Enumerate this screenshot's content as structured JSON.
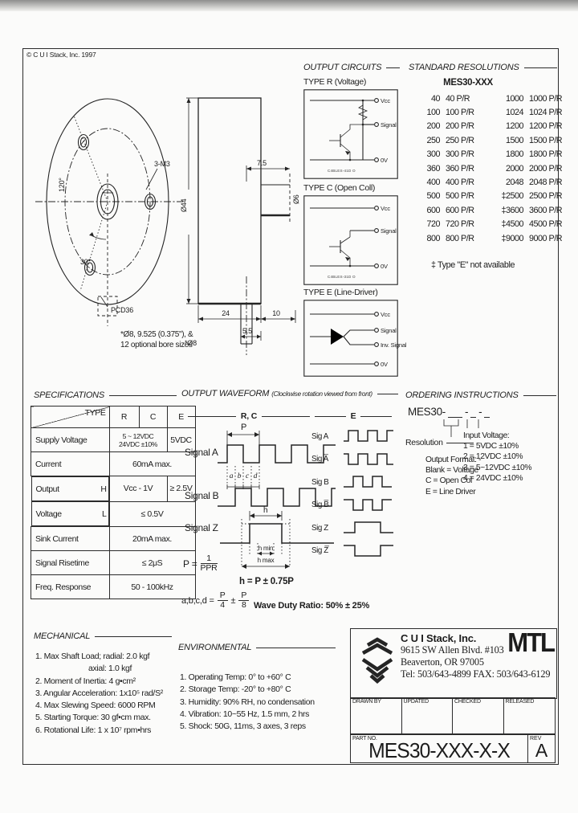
{
  "colors": {
    "ink": "#1c1c1c",
    "paper": "#fbfbfa"
  },
  "page": {
    "copyright": "© C U I Stack, Inc.  1997"
  },
  "front_view": {
    "hole_label": "3-M3",
    "pcd_label": "PCD36",
    "angle_120": "120°",
    "angle_30": "30°",
    "note_line1": "*Ø8, 9.525 (0.375\"), &",
    "note_line2": "12 optional bore sizes"
  },
  "side_view": {
    "dim_75": "7.5",
    "dim_24": "24",
    "dim_10": "10",
    "dim_55": "5.5",
    "dim_d44": "Ø44",
    "dim_d6": "Ø6",
    "dim_d8": "*Ø8"
  },
  "output_circuits": {
    "title": "OUTPUT CIRCUITS",
    "type_r": {
      "title": "TYPE R (Voltage)",
      "terminals": [
        "Vcc",
        "Signal",
        "0V"
      ],
      "fine_print": "C4BLES-41D O"
    },
    "type_c": {
      "title": "TYPE C (Open Coll)",
      "terminals": [
        "Vcc",
        "Signal",
        "0V"
      ],
      "fine_print": "C4BLES-31D O"
    },
    "type_e": {
      "title": "TYPE E (Line-Driver)",
      "terminals": [
        "Vcc",
        "Signal",
        "Inv. Signal",
        "0V"
      ]
    }
  },
  "standard_resolutions": {
    "title": "STANDARD RESOLUTIONS",
    "subtitle": "MES30-XXX",
    "rows": [
      [
        "40",
        "40 P/R",
        "1000",
        "1000 P/R"
      ],
      [
        "100",
        "100 P/R",
        "1024",
        "1024 P/R"
      ],
      [
        "200",
        "200 P/R",
        "1200",
        "1200 P/R"
      ],
      [
        "250",
        "250 P/R",
        "1500",
        "1500 P/R"
      ],
      [
        "300",
        "300 P/R",
        "1800",
        "1800 P/R"
      ],
      [
        "360",
        "360 P/R",
        "2000",
        "2000 P/R"
      ],
      [
        "400",
        "400 P/R",
        "2048",
        "2048 P/R"
      ],
      [
        "500",
        "500 P/R",
        "‡2500",
        "2500 P/R"
      ],
      [
        "600",
        "600 P/R",
        "‡3600",
        "3600 P/R"
      ],
      [
        "720",
        "720 P/R",
        "‡4500",
        "4500 P/R"
      ],
      [
        "800",
        "800 P/R",
        "‡9000",
        "9000 P/R"
      ]
    ],
    "footnote": "‡ Type \"E\" not available"
  },
  "specifications": {
    "title": "SPECIFICATIONS",
    "corner": "TYPE",
    "cols": [
      "R",
      "C",
      "E"
    ],
    "supply_label": "Supply Voltage",
    "supply_rc1": "5 ~ 12VDC",
    "supply_rc2": "24VDC ±10%",
    "supply_e": "5VDC",
    "current_label": "Current",
    "current_value": "60mA max.",
    "output_label": "Output",
    "output_sub": "H",
    "output_rc": "Vcc - 1V",
    "output_e": "≥ 2.5V",
    "voltage_label": "Voltage",
    "voltage_sub": "L",
    "voltage_value": "≤ 0.5V",
    "sink_label": "Sink Current",
    "sink_value": "20mA max.",
    "rise_label": "Signal Risetime",
    "rise_value": "≤ 2μS",
    "freq_label": "Freq. Response",
    "freq_value": "50 - 100kHz"
  },
  "output_waveform": {
    "title": "OUTPUT WAVEFORM",
    "subtitle": "(Clockwise rotation viewed from front)",
    "group_rc": "R, C",
    "group_e": "E",
    "signal_a": "Signal A",
    "signal_b": "Signal B",
    "signal_z": "Signal Z",
    "abcd": [
      "a",
      "b",
      "c",
      "d"
    ],
    "p_dim": "P",
    "h_dim": "h",
    "h_min": "h min",
    "h_max": "h max",
    "e_signals": [
      "Sig A",
      "Sig A̅",
      "Sig B",
      "Sig B̅",
      "Sig Z",
      "Sig Z̅"
    ],
    "formulas": {
      "p_lhs": "P =",
      "p_num": "1",
      "p_den": "PPR",
      "abcd_lhs": "a,b,c,d =",
      "f1_num": "P",
      "f1_den": "4",
      "pm": "±",
      "f2_num": "P",
      "f2_den": "8",
      "h_formula": "h = P ± 0.75P",
      "duty": "Wave Duty Ratio:  50% ± 25%"
    }
  },
  "ordering": {
    "title": "ORDERING INSTRUCTIONS",
    "part_prefix": "MES30-",
    "dash": "-",
    "resolution_label": "Resolution",
    "output_format_label": "Output Format: -",
    "output_format_options": [
      "Blank = Voltage",
      "C = Open Col",
      "E = Line Driver"
    ],
    "input_voltage_label": "Input Voltage:",
    "input_voltage_options": [
      "1 = 5VDC ±10%",
      "2 = 12VDC ±10%",
      "3 = 5~12VDC ±10%",
      "4 = 24VDC ±10%"
    ]
  },
  "mechanical": {
    "title": "MECHANICAL",
    "items": [
      {
        "text": "1.  Max Shaft Load; radial:  2.0 kgf",
        "indent": false
      },
      {
        "text": "axial:  1.0 kgf",
        "indent": true
      },
      {
        "text": "2.  Moment of Inertia:  4 g•cm²",
        "indent": false
      },
      {
        "text": "3.  Angular Acceleration:  1x10⁵ rad/S²",
        "indent": false
      },
      {
        "text": "4.  Max Slewing Speed:  6000 RPM",
        "indent": false
      },
      {
        "text": "5.  Starting Torque:  30 gf•cm max.",
        "indent": false
      },
      {
        "text": "6.  Rotational Life:  1 x 10⁷ rpm•hrs",
        "indent": false
      }
    ]
  },
  "environmental": {
    "title": "ENVIRONMENTAL",
    "items": [
      {
        "text": "1.  Operating Temp:  0° to +60° C",
        "indent": false
      },
      {
        "text": "2.  Storage Temp:  -20° to +80° C",
        "indent": false
      },
      {
        "text": "3.  Humidity:  90% RH, no condensation",
        "indent": false
      },
      {
        "text": "4.  Vibration:  10~55 Hz, 1.5 mm, 2 hrs",
        "indent": false
      },
      {
        "text": "5.  Shock:  50G, 11ms, 3 axes, 3 reps",
        "indent": false
      }
    ]
  },
  "company": {
    "name": "C U I Stack, Inc.",
    "address": "9615 SW Allen Blvd. #103",
    "city": "Beaverton, OR    97005",
    "phone": "Tel: 503/643-4899 FAX: 503/643-6129",
    "brand": "MTL"
  },
  "titleblock": {
    "cells": [
      "DRAWN BY",
      "UPDATED",
      "CHECKED",
      "RELEASED"
    ],
    "part_label": "PART NO.",
    "part_no": "MES30-XXX-X-X",
    "rev_label": "REV",
    "rev": "A"
  }
}
